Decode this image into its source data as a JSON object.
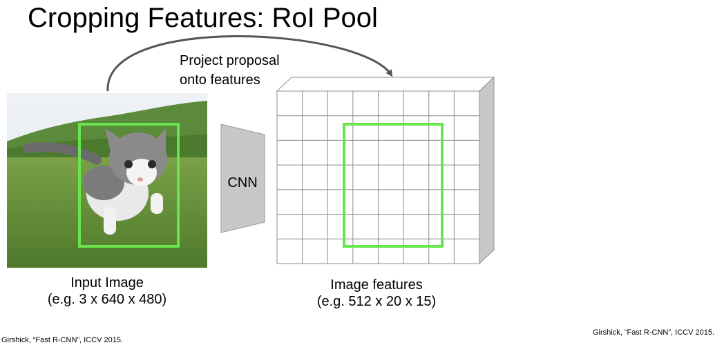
{
  "title": "Cropping Features: RoI Pool",
  "arrow_label": {
    "line1": "Project proposal",
    "line2": "onto features"
  },
  "cnn_label": "CNN",
  "input_image": {
    "caption_line1": "Input Image",
    "caption_line2": "(e.g. 3 x 640 x 480)"
  },
  "features": {
    "caption_line1": "Image features",
    "caption_line2": "(e.g. 512 x 20 x 15)"
  },
  "citations": {
    "right": "Girshick, “Fast R-CNN”, ICCV 2015.",
    "left": "Girshick, “Fast R-CNN”, ICCV 2015."
  },
  "colors": {
    "proposal_box": "#66e64c",
    "grid_face": "#ffffff",
    "grid_line": "#8c8c8c",
    "side_face": "#c8c8c8",
    "cnn_fill": "#c8c8c8",
    "arrow": "#555555"
  }
}
